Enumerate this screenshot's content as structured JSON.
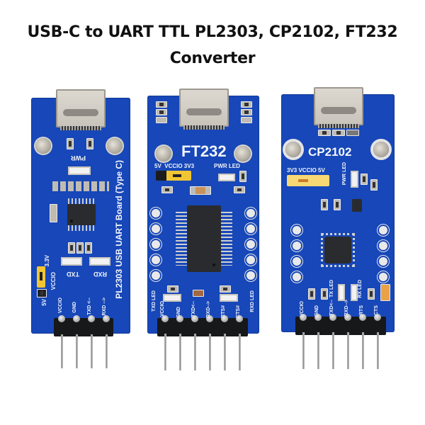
{
  "title": {
    "line1": "USB-C to UART TTL PL2303, CP2102, FT232",
    "line2": "Converter"
  },
  "colors": {
    "pcb": "#1747b8",
    "silkscreen": "#f4f6fb",
    "jumper": "#f2c534",
    "header": "#17181a"
  },
  "boards": [
    {
      "name": "PL2303",
      "board_label": "PL2303 USB UART Board (Type C)",
      "labels": {
        "pwr": "PWR",
        "txd_led": "TXD",
        "rxd_led": "RXD",
        "jumper_top": "3.3V",
        "jumper_bottom": "5V",
        "jumper_mid": "VCCIO"
      },
      "pins": [
        "VCCIO",
        "GND",
        "TXD <--",
        "RXD -->"
      ]
    },
    {
      "name": "FT232",
      "board_label": "FT232",
      "labels": {
        "jumper": "5V  VCCIO 3V3",
        "pwr_led": "PWR LED",
        "txd_led": "TXD LED",
        "rxd_led": "RXD LED"
      },
      "pins": [
        "VCCIO",
        "GND",
        "TXD<--",
        "RXD-->",
        "RTS#",
        "CTS#"
      ]
    },
    {
      "name": "CP2102",
      "board_label": "CP2102",
      "labels": {
        "jumper": "3V3 VCCIO 5V",
        "pwr_led": "PWR LED",
        "tx_led": "TX LED",
        "rx_led": "RX LED"
      },
      "pins": [
        "VCCIO",
        "GND",
        "TXD<--",
        "RXD-->",
        "RTS",
        "CTS"
      ]
    }
  ]
}
